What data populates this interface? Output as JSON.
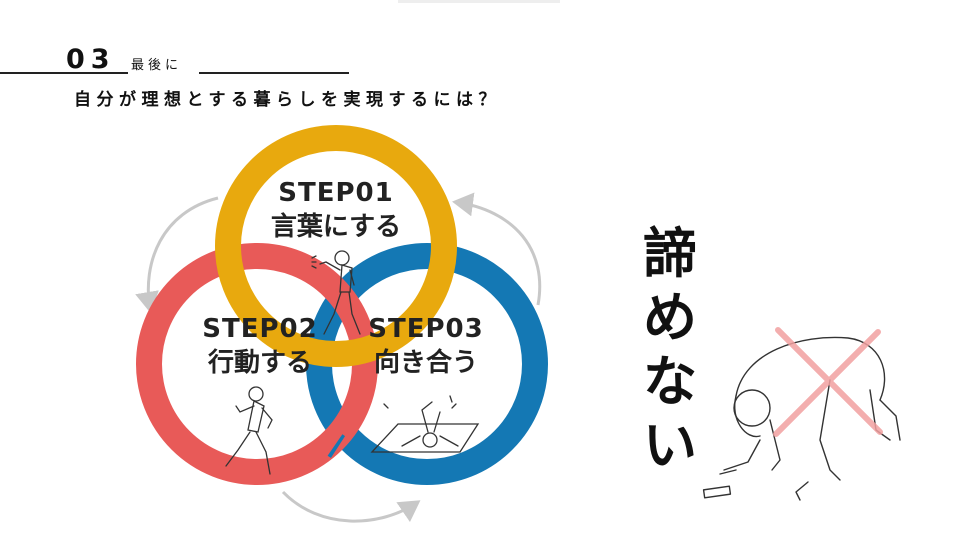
{
  "header": {
    "section_number": "03",
    "section_label": "最後に",
    "subtitle": "自分が理想とする暮らしを実現するには？"
  },
  "diagram": {
    "steps": [
      {
        "step": "STEP01",
        "title": "言葉にする",
        "color": "#E8A90E"
      },
      {
        "step": "STEP02",
        "title": "行動する",
        "color": "#E85A58"
      },
      {
        "step": "STEP03",
        "title": "向き合う",
        "color": "#1478B4"
      }
    ],
    "arrow_color": "#C8C8C8"
  },
  "message": {
    "chars": [
      "諦",
      "め",
      "な",
      "い"
    ]
  },
  "illustrations": {
    "step01": "person-speaking-icon",
    "step02": "person-running-icon",
    "step03": "person-lying-icon",
    "defeated": "person-kneeling-icon",
    "cross_mark_color": "#F2A0A0"
  }
}
